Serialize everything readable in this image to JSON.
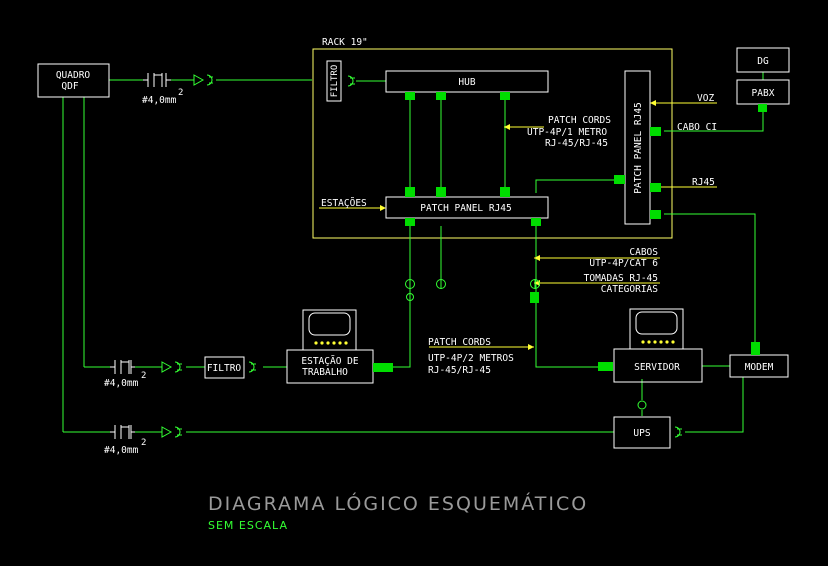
{
  "title": "DIAGRAMA  LÓGICO  ESQUEMÁTICO",
  "subtitle": "SEM  ESCALA",
  "rack": "RACK 19\"",
  "blocks": {
    "quadro_line1": "QUADRO",
    "quadro_line2": "QDF",
    "filtro_rack": "FILTRO",
    "hub": "HUB",
    "patch_panel_bottom": "PATCH  PANEL  RJ45",
    "patch_panel_side": "PATCH PANEL RJ45",
    "dg": "DG",
    "pabx": "PABX",
    "filtro": "FILTRO",
    "estacao_line1": "ESTAÇÃO  DE",
    "estacao_line2": "TRABALHO",
    "servidor": "SERVIDOR",
    "modem": "MODEM",
    "ups": "UPS"
  },
  "labels": {
    "wire_1": "#4,0mm",
    "wire_2": "#4,0mm",
    "wire_3": "#4,0mm",
    "exp_1": "2",
    "exp_2": "2",
    "exp_3": "2",
    "voz": "VOZ",
    "cabo_ci": "CABO  CI",
    "rj45": "RJ45",
    "estacoes": "ESTAÇÕES",
    "pc1_l1": "PATCH  CORDS",
    "pc1_l2": "UTP-4P/1  METRO",
    "pc1_l3": "RJ-45/RJ-45",
    "cabos_l1": "CABOS",
    "cabos_l2": "UTP-4P/CAT  6",
    "tomadas_l1": "TOMADAS  RJ-45",
    "tomadas_l2": "CATEGORIAS",
    "pc2_l1": "PATCH  CORDS",
    "pc2_l2": "UTP-4P/2  METROS",
    "pc2_l3": "RJ-45/RJ-45"
  },
  "colors": {
    "background": "#000000",
    "line": "#33ff33",
    "box": "#ffffff",
    "rack": "#ffff66",
    "arrow": "#ffff33",
    "connector": "#00dd00"
  }
}
